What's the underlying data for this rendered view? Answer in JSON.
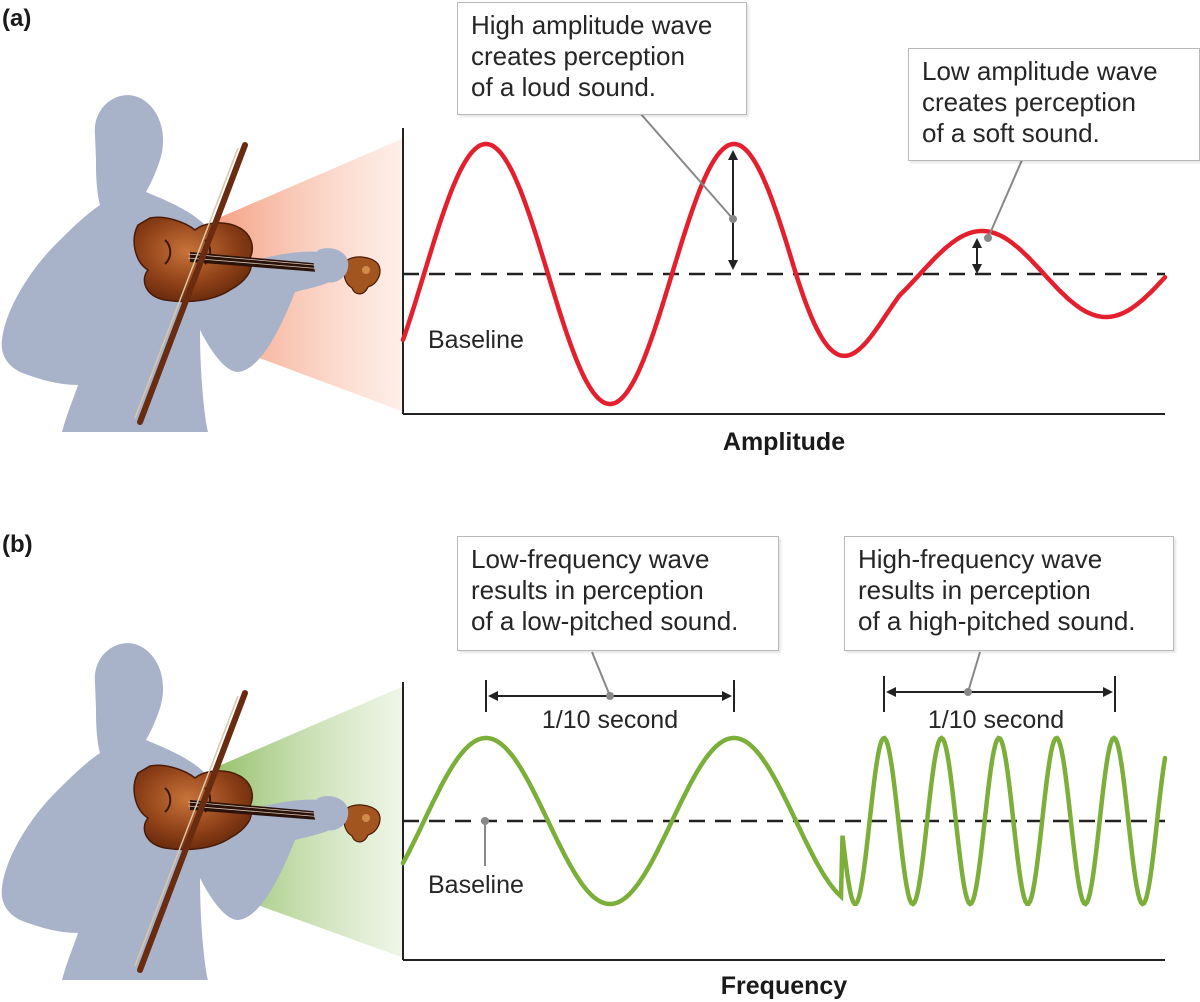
{
  "panel_a": {
    "label": "(a)",
    "axis_title": "Amplitude",
    "baseline_label": "Baseline",
    "callout_high": {
      "lines": [
        "High amplitude wave",
        "creates perception",
        "of a loud sound."
      ]
    },
    "callout_low": {
      "lines": [
        "Low amplitude wave",
        "creates perception",
        "of a soft sound."
      ]
    },
    "wave_color": "#e4202e",
    "cone_color": "#f6b9a1"
  },
  "panel_b": {
    "label": "(b)",
    "axis_title": "Frequency",
    "baseline_label": "Baseline",
    "callout_low_freq": {
      "lines": [
        "Low-frequency wave",
        "results in perception",
        "of a low-pitched sound."
      ]
    },
    "callout_high_freq": {
      "lines": [
        "High-frequency wave",
        "results in perception",
        "of a high-pitched sound."
      ]
    },
    "interval_low": "1/10 second",
    "interval_high": "1/10 second",
    "wave_color": "#7cae3a",
    "cone_color": "#b6d39a"
  },
  "colors": {
    "silhouette": "#a8b2c9",
    "violin": "#8b3e16",
    "axis": "#222222",
    "callout_border": "#b9b9b9"
  }
}
